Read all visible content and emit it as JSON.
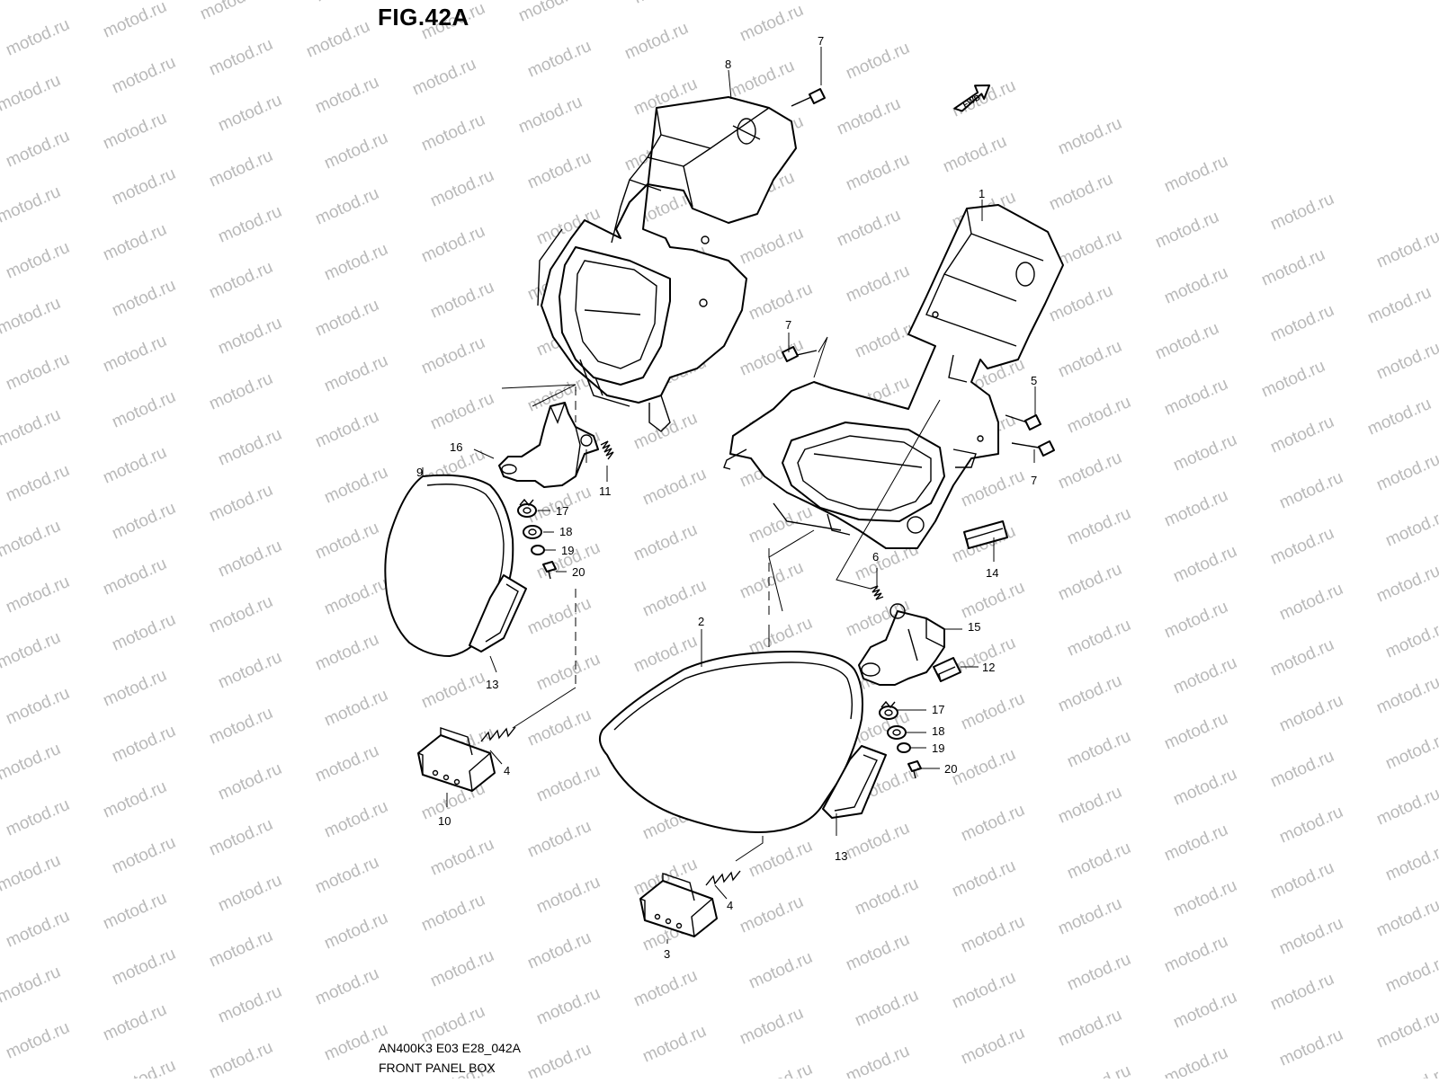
{
  "figure": {
    "title": "FIG.42A",
    "drawing_code": "AN400K3 E03 E28_042A",
    "caption": "FRONT PANEL BOX",
    "direction_arrow_label": "FWD"
  },
  "watermark": {
    "text": "motod.ru"
  },
  "callouts": [
    {
      "id": "c1",
      "label": "1"
    },
    {
      "id": "c2",
      "label": "2"
    },
    {
      "id": "c3",
      "label": "3"
    },
    {
      "id": "c4a",
      "label": "4"
    },
    {
      "id": "c4b",
      "label": "4"
    },
    {
      "id": "c5",
      "label": "5"
    },
    {
      "id": "c6",
      "label": "6"
    },
    {
      "id": "c7a",
      "label": "7"
    },
    {
      "id": "c7b",
      "label": "7"
    },
    {
      "id": "c7c",
      "label": "7"
    },
    {
      "id": "c8",
      "label": "8"
    },
    {
      "id": "c9",
      "label": "9"
    },
    {
      "id": "c10",
      "label": "10"
    },
    {
      "id": "c11",
      "label": "11"
    },
    {
      "id": "c12",
      "label": "12"
    },
    {
      "id": "c13a",
      "label": "13"
    },
    {
      "id": "c13b",
      "label": "13"
    },
    {
      "id": "c14",
      "label": "14"
    },
    {
      "id": "c15",
      "label": "15"
    },
    {
      "id": "c16",
      "label": "16"
    },
    {
      "id": "c17a",
      "label": "17"
    },
    {
      "id": "c17b",
      "label": "17"
    },
    {
      "id": "c18a",
      "label": "18"
    },
    {
      "id": "c18b",
      "label": "18"
    },
    {
      "id": "c19a",
      "label": "19"
    },
    {
      "id": "c19b",
      "label": "19"
    },
    {
      "id": "c20a",
      "label": "20"
    },
    {
      "id": "c20b",
      "label": "20"
    }
  ]
}
